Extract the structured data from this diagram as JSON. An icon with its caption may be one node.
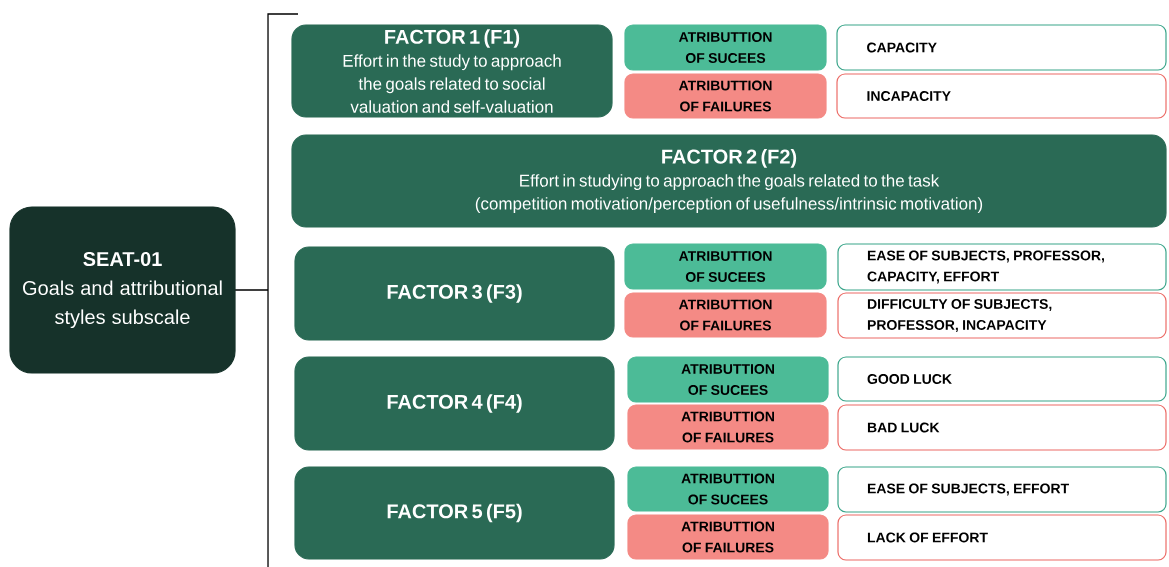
{
  "diagram": {
    "nodes": [
      {
        "text": [
          "SEAT-01",
          "Goals and attributional styles subscale"
        ]
      },
      {
        "text": [
          "FACTOR 1 (F1)",
          "Effort in the study to approach the goals related to social valuation and self-valuation"
        ]
      },
      {
        "text": [
          "ATRIBUTTION OF SUCEES"
        ]
      },
      {
        "text": [
          "CAPACITY"
        ]
      },
      {
        "text": [
          "ATRIBUTTION OF FAILURES"
        ]
      },
      {
        "text": [
          "INCAPACITY"
        ]
      },
      {
        "text": [
          "FACTOR 2 (F2)",
          "Effort in studying to approach the goals related to the task (competition motivation/perception of usefulness/intrinsic motivation)"
        ]
      },
      {
        "text": [
          "FACTOR 3 (F3)"
        ]
      },
      {
        "text": [
          "ATRIBUTTION OF SUCEES"
        ]
      },
      {
        "text": [
          "EASE OF SUBJECTS, PROFESSOR, CAPACITY, EFFORT"
        ]
      },
      {
        "text": [
          "ATRIBUTTION OF FAILURES"
        ]
      },
      {
        "text": [
          "DIFFICULTY OF SUBJECTS, PROFESSOR, INCAPACITY"
        ]
      },
      {
        "text": [
          "FACTOR 4 (F4)"
        ]
      },
      {
        "text": [
          "ATRIBUTTION OF SUCEES"
        ]
      },
      {
        "text": [
          "GOOD LUCK"
        ]
      },
      {
        "text": [
          "ATRIBUTTION OF FAILURES"
        ]
      },
      {
        "text": [
          "BAD LUCK"
        ]
      },
      {
        "text": [
          "FACTOR 5 (F5)"
        ]
      },
      {
        "text": [
          "ATRIBUTTION OF SUCEES"
        ]
      },
      {
        "text": [
          "EASE OF SUBJECTS, EFFORT"
        ]
      },
      {
        "text": [
          "ATRIBUTTION OF FAILURES"
        ]
      },
      {
        "text": [
          "LACK OF EFFORT"
        ]
      }
    ]
  }
}
